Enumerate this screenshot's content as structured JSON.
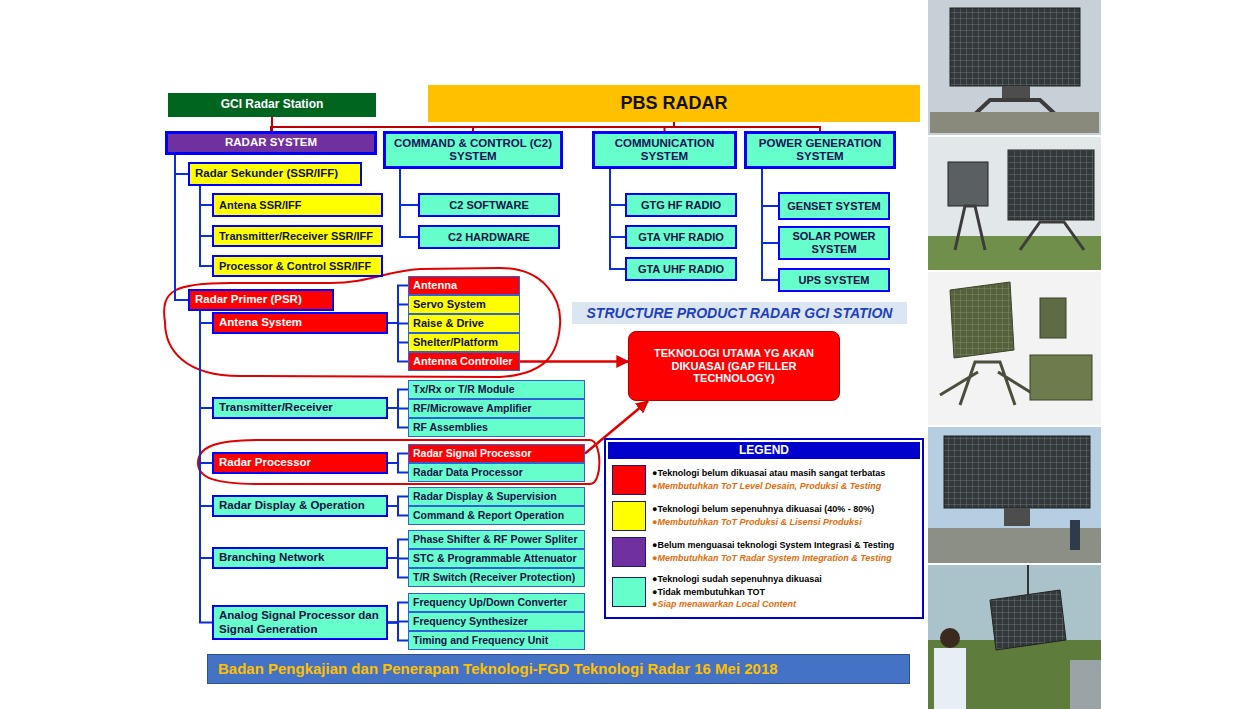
{
  "diagram": {
    "nodes": [
      {
        "text": [
          "GCI Radar Station"
        ]
      },
      {
        "text": [
          "PBS RADAR"
        ]
      },
      {
        "text": [
          "RADAR SYSTEM"
        ]
      },
      {
        "text": [
          "COMMAND & CONTROL (C2) SYSTEM"
        ]
      },
      {
        "text": [
          "COMMUNICATION SYSTEM"
        ]
      },
      {
        "text": [
          "POWER GENERATION SYSTEM"
        ]
      },
      {
        "text": [
          "Radar Sekunder (SSR/IFF)"
        ]
      },
      {
        "text": [
          "Antena SSR/IFF"
        ]
      },
      {
        "text": [
          "Transmitter/Receiver SSR/IFF"
        ]
      },
      {
        "text": [
          "Processor & Control SSR/IFF"
        ]
      },
      {
        "text": [
          "C2 SOFTWARE"
        ]
      },
      {
        "text": [
          "C2 HARDWARE"
        ]
      },
      {
        "text": [
          "GTG HF RADIO"
        ]
      },
      {
        "text": [
          "GTA VHF RADIO"
        ]
      },
      {
        "text": [
          "GTA UHF RADIO"
        ]
      },
      {
        "text": [
          "GENSET SYSTEM"
        ]
      },
      {
        "text": [
          "SOLAR POWER SYSTEM"
        ]
      },
      {
        "text": [
          "UPS SYSTEM"
        ]
      },
      {
        "text": [
          "Radar Primer (PSR)"
        ]
      },
      {
        "text": [
          "Antena System"
        ]
      },
      {
        "text": [
          "Antenna"
        ]
      },
      {
        "text": [
          "Servo System"
        ]
      },
      {
        "text": [
          "Raise & Drive"
        ]
      },
      {
        "text": [
          "Shelter/Platform"
        ]
      },
      {
        "text": [
          "Antenna Controller"
        ]
      },
      {
        "text": [
          "STRUCTURE PRODUCT RADAR GCI STATION"
        ]
      },
      {
        "text": [
          "TEKNOLOGI UTAMA YG AKAN DIKUASAI (GAP FILLER TECHNOLOGY)"
        ]
      },
      {
        "text": [
          "Transmitter/Receiver"
        ]
      },
      {
        "text": [
          "Tx/Rx or T/R Module"
        ]
      },
      {
        "text": [
          "RF/Microwave Amplifier"
        ]
      },
      {
        "text": [
          "RF Assemblies"
        ]
      },
      {
        "text": [
          "Radar Processor"
        ]
      },
      {
        "text": [
          "Radar Signal Processor"
        ]
      },
      {
        "text": [
          "Radar Data Processor"
        ]
      },
      {
        "text": [
          "Radar Display & Operation"
        ]
      },
      {
        "text": [
          "Radar Display & Supervision"
        ]
      },
      {
        "text": [
          "Command & Report Operation"
        ]
      },
      {
        "text": [
          "Branching Network"
        ]
      },
      {
        "text": [
          "Phase Shifter & RF Power Spliter"
        ]
      },
      {
        "text": [
          "STC & Programmable Attenuator"
        ]
      },
      {
        "text": [
          "T/R Switch (Receiver Protection)"
        ]
      },
      {
        "text": [
          "Analog Signal Processor dan Signal Generation"
        ]
      },
      {
        "text": [
          "Frequency Up/Down Converter"
        ]
      },
      {
        "text": [
          "Frequency Synthesizer"
        ]
      },
      {
        "text": [
          "Timing and Frequency Unit"
        ]
      },
      {
        "text": [
          "Badan Pengkajian dan Penerapan Teknologi-FGD Teknologi Radar 16 Mei 2018"
        ]
      }
    ],
    "edges": [
      {
        "from": 1,
        "to": 2,
        "arrow": "none"
      },
      {
        "from": 1,
        "to": 3,
        "arrow": "none"
      },
      {
        "from": 1,
        "to": 4,
        "arrow": "none"
      },
      {
        "from": 1,
        "to": 5,
        "arrow": "none"
      },
      {
        "from": 0,
        "to": 2,
        "arrow": "none"
      },
      {
        "from": 2,
        "to": 6,
        "arrow": "none"
      },
      {
        "from": 2,
        "to": 18,
        "arrow": "none"
      },
      {
        "from": 6,
        "to": 7,
        "arrow": "none"
      },
      {
        "from": 6,
        "to": 8,
        "arrow": "none"
      },
      {
        "from": 6,
        "to": 9,
        "arrow": "none"
      },
      {
        "from": 3,
        "to": 10,
        "arrow": "none"
      },
      {
        "from": 3,
        "to": 11,
        "arrow": "none"
      },
      {
        "from": 4,
        "to": 12,
        "arrow": "none"
      },
      {
        "from": 4,
        "to": 13,
        "arrow": "none"
      },
      {
        "from": 4,
        "to": 14,
        "arrow": "none"
      },
      {
        "from": 5,
        "to": 15,
        "arrow": "none"
      },
      {
        "from": 5,
        "to": 16,
        "arrow": "none"
      },
      {
        "from": 5,
        "to": 17,
        "arrow": "none"
      },
      {
        "from": 18,
        "to": 19,
        "arrow": "none"
      },
      {
        "from": 18,
        "to": 27,
        "arrow": "none"
      },
      {
        "from": 18,
        "to": 31,
        "arrow": "none"
      },
      {
        "from": 18,
        "to": 34,
        "arrow": "none"
      },
      {
        "from": 18,
        "to": 37,
        "arrow": "none"
      },
      {
        "from": 18,
        "to": 41,
        "arrow": "none"
      },
      {
        "from": 19,
        "to": 20,
        "arrow": "none"
      },
      {
        "from": 19,
        "to": 21,
        "arrow": "none"
      },
      {
        "from": 19,
        "to": 22,
        "arrow": "none"
      },
      {
        "from": 19,
        "to": 23,
        "arrow": "none"
      },
      {
        "from": 19,
        "to": 24,
        "arrow": "none"
      },
      {
        "from": 27,
        "to": 28,
        "arrow": "none"
      },
      {
        "from": 27,
        "to": 29,
        "arrow": "none"
      },
      {
        "from": 27,
        "to": 30,
        "arrow": "none"
      },
      {
        "from": 31,
        "to": 32,
        "arrow": "none"
      },
      {
        "from": 31,
        "to": 33,
        "arrow": "none"
      },
      {
        "from": 34,
        "to": 35,
        "arrow": "none"
      },
      {
        "from": 34,
        "to": 36,
        "arrow": "none"
      },
      {
        "from": 37,
        "to": 38,
        "arrow": "none"
      },
      {
        "from": 37,
        "to": 39,
        "arrow": "none"
      },
      {
        "from": 37,
        "to": 40,
        "arrow": "none"
      },
      {
        "from": 41,
        "to": 42,
        "arrow": "none"
      },
      {
        "from": 41,
        "to": 43,
        "arrow": "none"
      },
      {
        "from": 41,
        "to": 44,
        "arrow": "none"
      },
      {
        "from": 24,
        "to": 26,
        "arrow": "to"
      },
      {
        "from": 32,
        "to": 26,
        "arrow": "to"
      }
    ],
    "labels": [
      "LEGEND",
      "●Membutuhkan ToT Level Desain, Produksi & Testing",
      "●Membutuhkan ToT Produksi & Lisensi Produksi",
      "●Membutuhkan ToT Radar System Integration & Testing",
      "●Tidak membutuhkan TOT",
      "●Siap menawarkan Local Content"
    ],
    "legend": [
      {
        "text": "●Teknologi belum dikuasai atau masih sangat terbatas",
        "color": "#ff0000"
      },
      {
        "text": "●Teknologi belum sepenuhnya dikuasai (40% - 80%)",
        "color": "#ffff00"
      },
      {
        "text": "●Belum menguasai teknologi System Integrasi & Testing",
        "color": "#7030a0"
      },
      {
        "text": "●Teknologi sudah sepenuhnya dikuasai",
        "color": "#66ffcc"
      }
    ]
  }
}
